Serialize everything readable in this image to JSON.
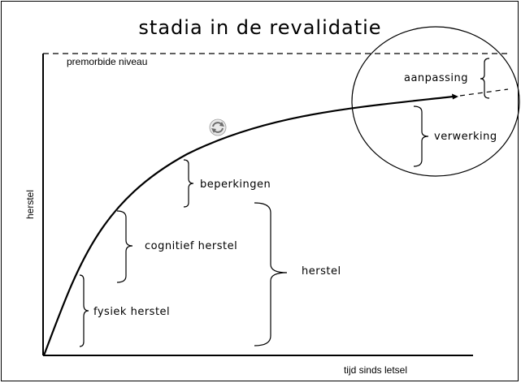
{
  "title": "stadia in de revalidatie",
  "y_axis_label": "herstel",
  "x_axis_label": "tijd sinds letsel",
  "reference_line_label": "premorbide niveau",
  "brackets": {
    "fysiek": "fysiek herstel",
    "cognitief": "cognitief herstel",
    "beperkingen": "beperkingen",
    "herstel": "herstel",
    "verwerking": "verwerking",
    "aanpassing": "aanpassing"
  },
  "icons": {
    "refresh": "refresh-icon"
  }
}
